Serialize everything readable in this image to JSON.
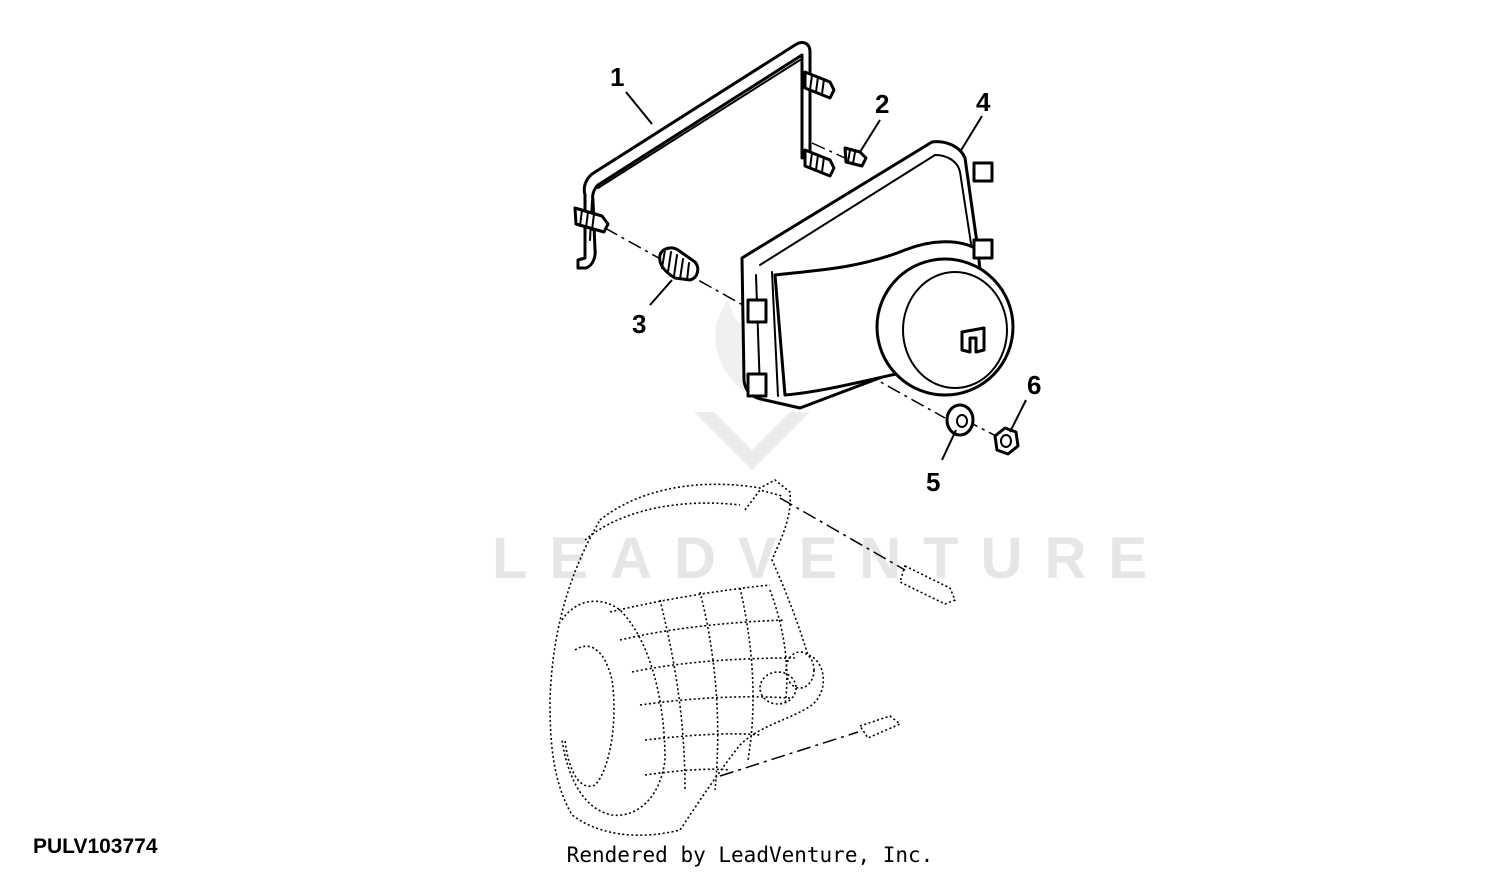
{
  "watermark": {
    "brand": "LEADVENTURE"
  },
  "callouts": [
    {
      "id": "1"
    },
    {
      "id": "2"
    },
    {
      "id": "3"
    },
    {
      "id": "4"
    },
    {
      "id": "5"
    },
    {
      "id": "6"
    }
  ],
  "footer": {
    "drawing_id": "PULV103774",
    "credit": "Rendered by LeadVenture, Inc."
  }
}
